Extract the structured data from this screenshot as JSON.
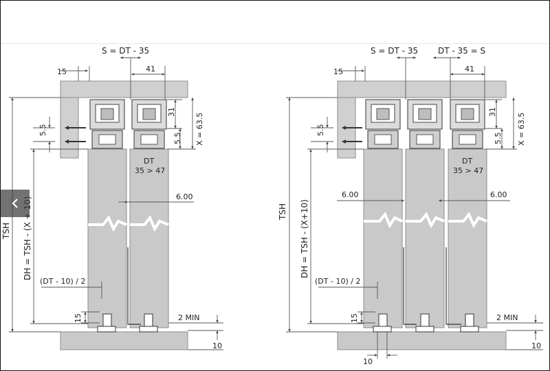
{
  "colors": {
    "line": "#2a2a2a",
    "dim": "#555555",
    "panel": "#c9c9c9",
    "panel_edge": "#8d8d8d",
    "track": "#d0d0d0",
    "background": "#ffffff",
    "nav_button": "#3c3c3c"
  },
  "nav": {
    "prev_icon": "chevron-left-icon"
  },
  "left_drawing": {
    "s_formula": "S = DT - 35",
    "dim_15": "15",
    "dim_41": "41",
    "dim_31": "31",
    "dim_x": "X = 63.5",
    "dim_5_5_left": "5.5",
    "dim_5_5_right": "5.5",
    "dt_label": "DT",
    "dt_range": "35 > 47",
    "gap": "6.00",
    "tsh": "TSH",
    "dh": "DH = TSH - (X + 10)",
    "offset": "(DT - 10) / 2",
    "dim_15_bottom": "15",
    "min_gap": "2 MIN",
    "floor": "10"
  },
  "right_drawing": {
    "s_formula": "S = DT - 35",
    "s_formula_2": "DT - 35 = S",
    "dim_15": "15",
    "dim_41": "41",
    "dim_31": "31",
    "dim_x": "X = 63.5",
    "dim_5_5_left": "5.5",
    "dim_5_5_right": "5.5",
    "dt_label": "DT",
    "dt_range": "35 > 47",
    "gap_left": "6.00",
    "gap_right": "6.00",
    "tsh": "TSH",
    "dh": "DH = TSH - (X+10)",
    "offset": "(DT - 10) / 2",
    "dim_15_bottom": "15",
    "min_gap": "2 MIN",
    "floor": "10",
    "bottom_10": "10"
  }
}
